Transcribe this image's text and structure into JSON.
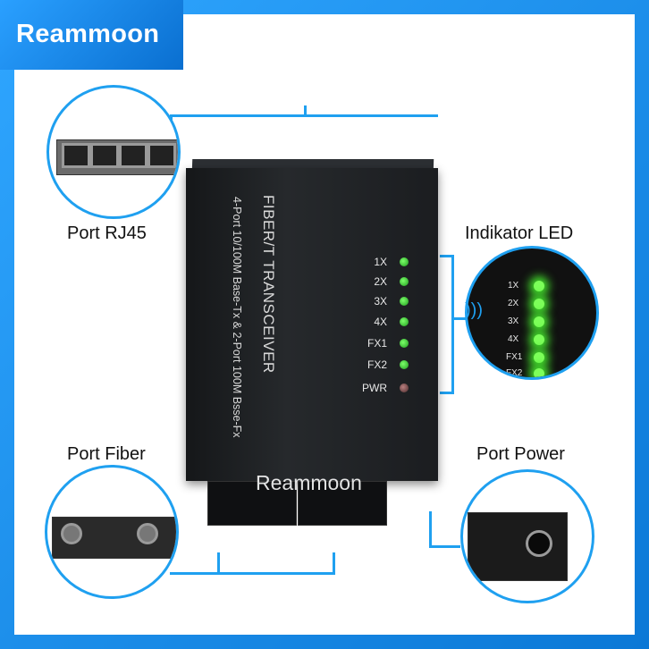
{
  "brand": "Reammoon",
  "watermark": "Reammoon",
  "device": {
    "title": "FIBER/T TRANSCEIVER",
    "subtitle": "4-Port 10/100M Base-Tx & 2-Port 100M Bsse-Fx",
    "leds": [
      "1X",
      "2X",
      "3X",
      "4X",
      "FX1",
      "FX2",
      "PWR"
    ]
  },
  "callouts": {
    "rj45": "Port RJ45",
    "led": "Indikator LED",
    "fiber": "Port Fiber",
    "power": "Port Power"
  },
  "zoom_leds": [
    "1X",
    "2X",
    "3X",
    "4X",
    "FX1",
    "FX2"
  ],
  "colors": {
    "accent": "#1fa0f0",
    "led_green": "#45e62d",
    "device": "#1c1e21"
  }
}
